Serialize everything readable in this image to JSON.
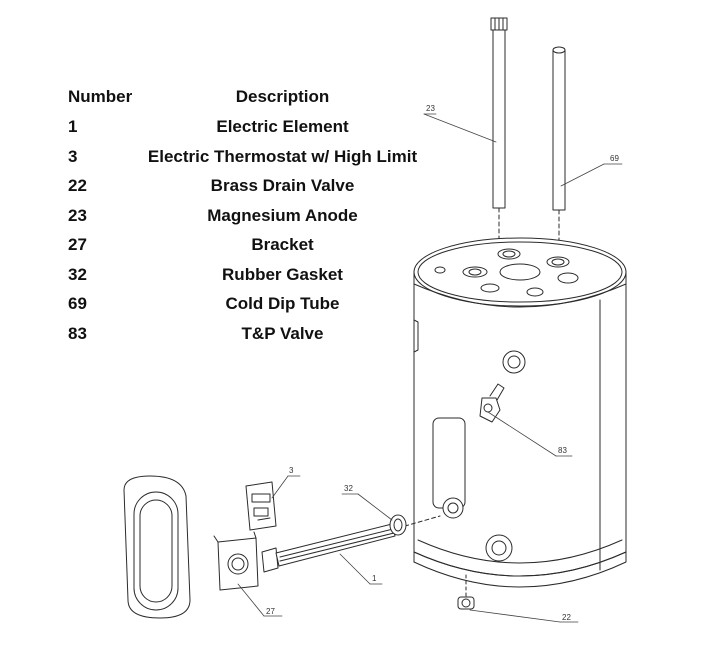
{
  "legend": {
    "header_number": "Number",
    "header_description": "Description",
    "rows": [
      {
        "number": "1",
        "description": "Electric Element"
      },
      {
        "number": "3",
        "description": "Electric Thermostat w/ High Limit"
      },
      {
        "number": "22",
        "description": "Brass Drain Valve"
      },
      {
        "number": "23",
        "description": "Magnesium Anode"
      },
      {
        "number": "27",
        "description": "Bracket"
      },
      {
        "number": "32",
        "description": "Rubber Gasket"
      },
      {
        "number": "69",
        "description": "Cold Dip Tube"
      },
      {
        "number": "83",
        "description": "T&P Valve"
      }
    ]
  },
  "callouts": {
    "c23": "23",
    "c69": "69",
    "c83": "83",
    "c3": "3",
    "c32": "32",
    "c1": "1",
    "c27": "27",
    "c22": "22"
  },
  "colors": {
    "line": "#2b2b2b",
    "text": "#111111",
    "fill": "#ffffff"
  }
}
